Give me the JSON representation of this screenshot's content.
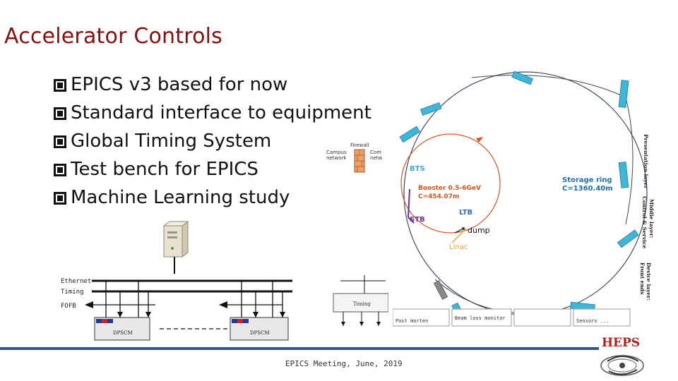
{
  "slide": {
    "title": "Accelerator Controls",
    "bullets": [
      "EPICS v3 based for now",
      "Standard interface to equipment",
      "Global Timing System",
      "Test bench for EPICS",
      "Machine Learning study"
    ]
  },
  "network_diagram": {
    "firewall_label": "Firewall",
    "campus_label": "Campus",
    "network_label": "network",
    "com_label": "Com",
    "netw_label": "netw",
    "bus_labels": [
      "Ethernet",
      "Timing",
      "FOFB"
    ],
    "dpscm_label": "DPSCM",
    "timing_box_label": "Timing"
  },
  "ring_diagram": {
    "bts": "BTS",
    "booster_line1": "Booster 0.5-6GeV",
    "booster_line2": "C=454.07m",
    "storage_line1": "Storage ring",
    "storage_line2": "C=1360.40m",
    "ltb": "LTB",
    "stb": "STB",
    "dump": "dump",
    "linac": "Linac",
    "bottom_boxes": [
      "Post morten",
      "Beam loss monitor",
      "",
      "Sensors ..."
    ],
    "layer_labels": [
      [
        "Presentation layer"
      ],
      [
        "Middle layer:",
        "Control & Service"
      ],
      [
        "Device layer:",
        "Front ends"
      ]
    ]
  },
  "footer": {
    "text": "EPICS Meeting,  June, 2019",
    "logo": "HEPS"
  },
  "colors": {
    "title": "#8b0e0e",
    "accent_bar": "#2f5597",
    "booster": "#e0531c",
    "storage": "#1f6fb5",
    "magnet": "#3fb6d8"
  }
}
